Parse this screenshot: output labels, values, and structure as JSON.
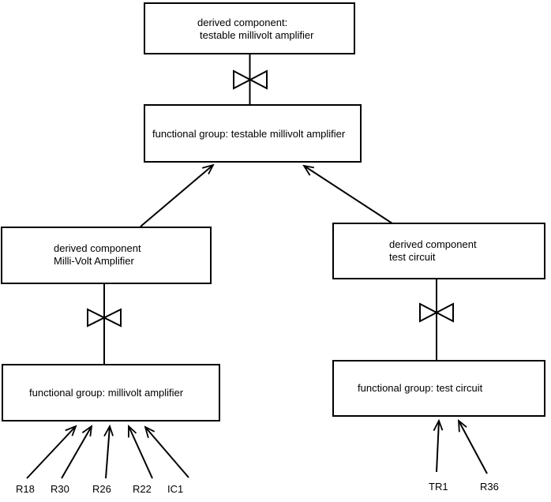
{
  "diagram": {
    "colors": {
      "background": "#ffffff",
      "line": "#000000",
      "text": "#000000"
    },
    "nodes": {
      "top_derived": {
        "line1": "derived component:",
        "line2": "testable millivolt amplifier"
      },
      "top_functional": {
        "label": "functional group: testable millivolt amplifier"
      },
      "left_derived": {
        "line1": "derived component",
        "line2": "Milli-Volt Amplifier"
      },
      "left_functional": {
        "label": "functional group: millivolt amplifier"
      },
      "right_derived": {
        "line1": "derived component",
        "line2": "test circuit"
      },
      "right_functional": {
        "label": "functional group: test circuit"
      }
    },
    "components_left": [
      "R18",
      "R30",
      "R26",
      "R22",
      "IC1"
    ],
    "components_right": [
      "TR1",
      "R36"
    ]
  }
}
